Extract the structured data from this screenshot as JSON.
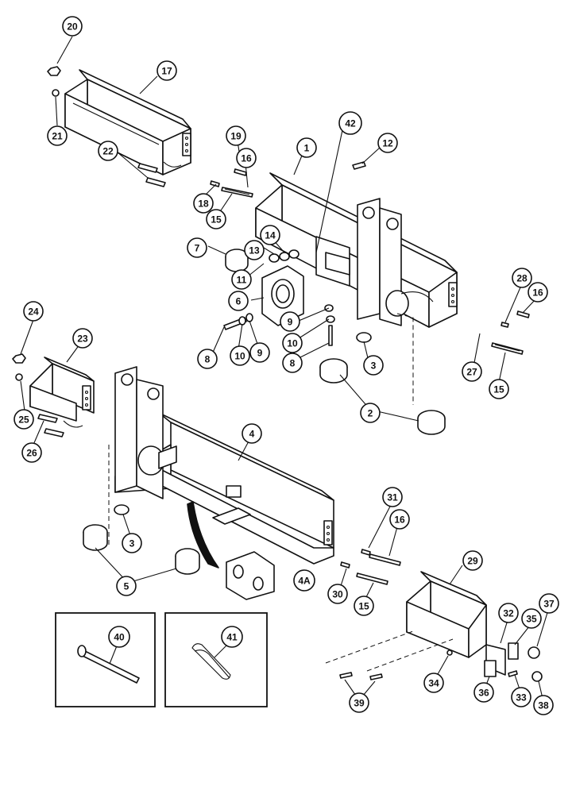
{
  "diagram": {
    "callouts": [
      {
        "id": "c20",
        "label": "20"
      },
      {
        "id": "c17",
        "label": "17"
      },
      {
        "id": "c21",
        "label": "21"
      },
      {
        "id": "c22",
        "label": "22"
      },
      {
        "id": "c42",
        "label": "42"
      },
      {
        "id": "c19",
        "label": "19"
      },
      {
        "id": "c16a",
        "label": "16"
      },
      {
        "id": "c1",
        "label": "1"
      },
      {
        "id": "c12",
        "label": "12"
      },
      {
        "id": "c18",
        "label": "18"
      },
      {
        "id": "c15a",
        "label": "15"
      },
      {
        "id": "c7",
        "label": "7"
      },
      {
        "id": "c14",
        "label": "14"
      },
      {
        "id": "c13",
        "label": "13"
      },
      {
        "id": "c11",
        "label": "11"
      },
      {
        "id": "c6",
        "label": "6"
      },
      {
        "id": "c9a",
        "label": "9"
      },
      {
        "id": "c28",
        "label": "28"
      },
      {
        "id": "c16b",
        "label": "16"
      },
      {
        "id": "c8a",
        "label": "8"
      },
      {
        "id": "c10a",
        "label": "10"
      },
      {
        "id": "c9b",
        "label": "9"
      },
      {
        "id": "c10b",
        "label": "10"
      },
      {
        "id": "c8b",
        "label": "8"
      },
      {
        "id": "c3a",
        "label": "3"
      },
      {
        "id": "c27",
        "label": "27"
      },
      {
        "id": "c15b",
        "label": "15"
      },
      {
        "id": "c24",
        "label": "24"
      },
      {
        "id": "c23",
        "label": "23"
      },
      {
        "id": "c2",
        "label": "2"
      },
      {
        "id": "c25",
        "label": "25"
      },
      {
        "id": "c26",
        "label": "26"
      },
      {
        "id": "c4",
        "label": "4"
      },
      {
        "id": "c31",
        "label": "31"
      },
      {
        "id": "c16c",
        "label": "16"
      },
      {
        "id": "c3b",
        "label": "3"
      },
      {
        "id": "c29",
        "label": "29"
      },
      {
        "id": "c5",
        "label": "5"
      },
      {
        "id": "c4a",
        "label": "4A"
      },
      {
        "id": "c30",
        "label": "30"
      },
      {
        "id": "c15c",
        "label": "15"
      },
      {
        "id": "c37",
        "label": "37"
      },
      {
        "id": "c32",
        "label": "32"
      },
      {
        "id": "c35",
        "label": "35"
      },
      {
        "id": "c40",
        "label": "40"
      },
      {
        "id": "c41",
        "label": "41"
      },
      {
        "id": "c34",
        "label": "34"
      },
      {
        "id": "c36",
        "label": "36"
      },
      {
        "id": "c33",
        "label": "33"
      },
      {
        "id": "c38",
        "label": "38"
      },
      {
        "id": "c39",
        "label": "39"
      }
    ]
  }
}
